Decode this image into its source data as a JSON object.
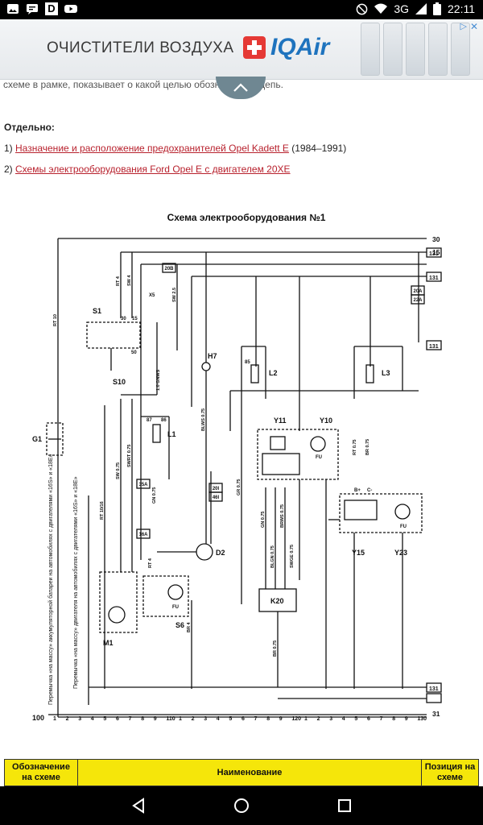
{
  "status_bar": {
    "network": "3G",
    "time": "22:11",
    "notification_letter": "D"
  },
  "ad": {
    "text": "ОЧИСТИТЕЛИ ВОЗДУХА",
    "brand": "IQAir",
    "brand_color": "#1e73be",
    "close_icon": "close-icon",
    "info_icon": "info-icon"
  },
  "article": {
    "cut_text": "схеме в рамке, показывает о какой целью обозначенная цепь.",
    "heading": "Отдельно:",
    "links": [
      {
        "prefix": "1) ",
        "link": "Назначение и расположение предохранителей Opel Kadett E",
        "suffix": " (1984–1991)"
      },
      {
        "prefix": "2) ",
        "link": "Схемы электрооборудования Ford Opel E с двигателем 20XE",
        "suffix": ""
      }
    ],
    "link_color": "#b8212d"
  },
  "diagram": {
    "title": "Схема электрооборудования №1",
    "bus_labels": [
      "30",
      "15",
      "131",
      "131",
      "131",
      "131",
      "31"
    ],
    "components": [
      "S1",
      "S10",
      "G1",
      "H7",
      "L1",
      "L2",
      "L3",
      "Y11",
      "Y10",
      "Y15",
      "Y23",
      "D2",
      "K20",
      "M1",
      "S6"
    ],
    "boxes": [
      "20B",
      "20A",
      "22A",
      "35A",
      "16A",
      "20I",
      "46I"
    ],
    "wire_labels": [
      "RT 10",
      "RT 4",
      "SW 4",
      "SW 2.5",
      "RT 10/16",
      "SW 0.75",
      "SWRT 0.75",
      "GN 0.75",
      "1.0 GNWS",
      "BLWS 0.75",
      "RT 0.75",
      "BR 0.75",
      "GN 0.75",
      "BLGN 0.75",
      "BRWS 0.75",
      "SWGE 0.75",
      "RT 4",
      "BR 4",
      "BR 0.75",
      "GR 0.75"
    ],
    "terminals": [
      "30",
      "15",
      "87",
      "86",
      "85",
      "50",
      "X5",
      "B+",
      "C-"
    ],
    "fu_label": "FU",
    "side_note_left": "Перемычка «на массу» аккумуляторной батареи на автомобилях с двигателями «16S» и «18E»",
    "side_note_right": "Перемычка «на массу» двигателя на автомобилях с двигателями «16S» и «18E»",
    "bottom_scale_start": "100",
    "bottom_scale": [
      "1",
      "2",
      "3",
      "4",
      "5",
      "6",
      "7",
      "8",
      "9",
      "110",
      "1",
      "2",
      "3",
      "4",
      "5",
      "6",
      "7",
      "8",
      "9",
      "120",
      "1",
      "2",
      "3",
      "4",
      "5",
      "6",
      "7",
      "8",
      "9",
      "130"
    ]
  },
  "table": {
    "headers": [
      "Обозначение на схеме",
      "Наименование",
      "Позиция на схеме"
    ],
    "bg_color": "#f5e60a"
  },
  "nav_bar": {
    "back": "back-icon",
    "home": "home-icon",
    "recents": "recents-icon"
  }
}
